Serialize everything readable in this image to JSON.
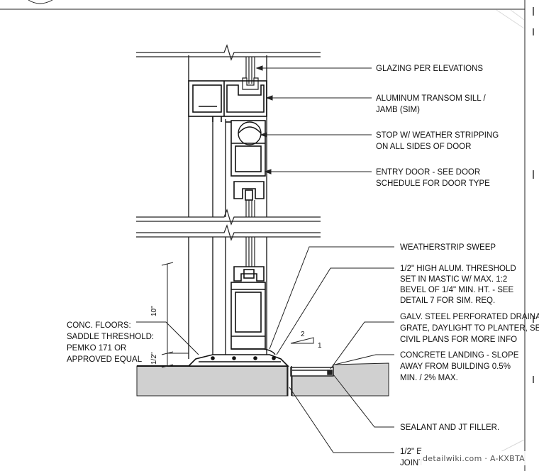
{
  "drawing": {
    "callouts": [
      {
        "id": "glazing",
        "lines": [
          "GLAZING PER ELEVATIONS"
        ]
      },
      {
        "id": "transom",
        "lines": [
          "ALUMINUM TRANSOM SILL /",
          "JAMB (SIM)"
        ]
      },
      {
        "id": "stop",
        "lines": [
          "STOP W/ WEATHER STRIPPING",
          "ON ALL SIDES OF DOOR"
        ]
      },
      {
        "id": "entry-door",
        "lines": [
          "ENTRY DOOR - SEE DOOR",
          "SCHEDULE FOR DOOR TYPE"
        ]
      },
      {
        "id": "sweep",
        "lines": [
          "WEATHERSTRIP SWEEP"
        ]
      },
      {
        "id": "threshold",
        "lines": [
          "1/2\" HIGH ALUM. THRESHOLD",
          "SET IN MASTIC W/ MAX. 1:2",
          "BEVEL OF 1/4\" MIN. HT. - SEE",
          "DETAIL 7 FOR SIM. REQ."
        ]
      },
      {
        "id": "grate",
        "lines": [
          "GALV. STEEL PERFORATED DRAINAGE",
          "GRATE, DAYLIGHT TO PLANTER, SEE",
          "CIVIL PLANS FOR MORE INFO"
        ]
      },
      {
        "id": "landing",
        "lines": [
          "CONCRETE LANDING - SLOPE",
          "AWAY FROM BUILDING 0.5%",
          "MIN. / 2% MAX."
        ]
      },
      {
        "id": "sealant",
        "lines": [
          "SEALANT AND JT FILLER."
        ]
      },
      {
        "id": "joint",
        "lines": [
          "1/2\" E",
          "JOINT"
        ]
      },
      {
        "id": "floors",
        "lines": [
          "CONC. FLOORS:",
          "SADDLE THRESHOLD:",
          "PEMKO 171 OR",
          "APPROVED EQUAL"
        ]
      }
    ],
    "dimensions": {
      "upper": "10\"",
      "lower": "1/2\""
    },
    "slope": {
      "run": "2",
      "rise": "1"
    },
    "watermark": "detailwiki.com · A-KXBTA"
  }
}
